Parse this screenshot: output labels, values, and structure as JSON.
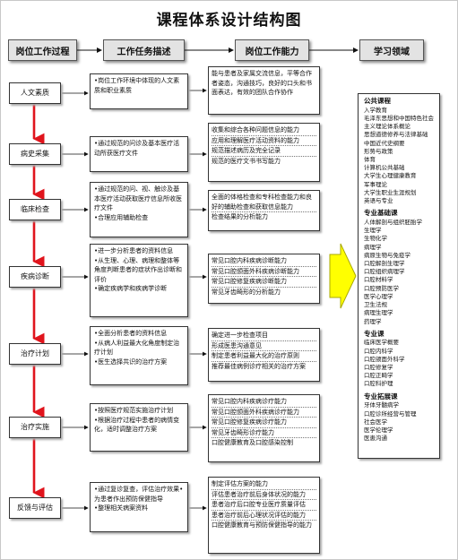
{
  "title": "课程体系设计结构图",
  "headers": [
    "岗位工作过程",
    "工作任务描述",
    "岗位工作能力",
    "学习领域"
  ],
  "rows": [
    {
      "stage": "人文素质",
      "tasks": [
        "•岗位工作环境中体现的人文素质和职业素质"
      ],
      "abilities": [
        "能与患者及家属交流信息，平等合作者姿态，沟通技巧，良好的口头和书面表达，有效的团队合作协作"
      ]
    },
    {
      "stage": "病史采集",
      "tasks": [
        "•通过规范的问诊及基本医疗活动所获医疗文件"
      ],
      "abilities": [
        "收集和综合各种问题信息的能力",
        "应用和理解医疗活动资料的能力",
        "规范描述病历及完全记录",
        "规范的医疗文书书写能力"
      ]
    },
    {
      "stage": "临床检查",
      "tasks": [
        "•通过规范的问、视、触诊及基本医疗活动获取医疗信息所收医疗文件",
        "•合理应用辅助检查"
      ],
      "abilities": [
        "全面的体格检查和专科检查能力和良好的辅助检查和获取信息能力",
        "检查结果的分析能力"
      ]
    },
    {
      "stage": "疾病诊断",
      "tasks": [
        "•进一步分析患者的资料信息",
        "•从生理、心理、病理和整体等角度判断患者的症状作出诊断和评价",
        "•确定疾病学和疾病学诊断"
      ],
      "abilities": [
        "常见口腔内科疾病诊断能力",
        "常见口腔颌面外科疾病诊断能力",
        "常见口腔修复疾病诊断能力",
        "常见牙齿畸形的分析能力"
      ]
    },
    {
      "stage": "治疗计划",
      "tasks": [
        "•全面分析患者的资料信息",
        "•从病人利益最大化角度制定治疗计划",
        "•医生选择共识的治疗方案"
      ],
      "abilities": [
        "确定进一步检查项目",
        "形成医患沟通意见",
        "制定患者利益最大化的治疗原则",
        "推荐最佳病例诊疗相关的治疗方案"
      ]
    },
    {
      "stage": "治疗实施",
      "tasks": [
        "•按照医疗规范实施治疗计划",
        "•根据治疗过程中患者的病情变化，适时调整治疗方案"
      ],
      "abilities": [
        "常见口腔内科疾病诊疗能力",
        "常见口腔颌面外科疾病诊疗能力",
        "常见口腔修复疾病诊疗能力",
        "常见牙齿畸形诊疗能力",
        "口腔健康教育及口腔感染控制"
      ]
    },
    {
      "stage": "反馈与评估",
      "tasks": [
        "•通过复诊复查，评估治疗效果•为患者作出预防保健指导",
        "•整理相关病案资料"
      ],
      "abilities": [
        "制定评估方案的能力",
        "评估患者治疗前后身体状况的能力",
        "患者治疗后口腔专业医疗质量评估",
        "患者治疗前后心理状况评估的能力",
        "口腔健康教育与预防保健指导的能力"
      ]
    }
  ],
  "fields": [
    {
      "group": "公共课程",
      "items": [
        "入学教育",
        "毛泽东思想和中国特色社会主义理论体系概论",
        "思想道德修养与法律基础",
        "中国近代史纲要",
        "形势与政策",
        "体育",
        "计算机公共基础",
        "大学生心理健康教育",
        "军事理论",
        "大学生职业生涯规划",
        "英语与专业"
      ]
    },
    {
      "group": "专业基础课",
      "items": [
        "人体解剖与组织胚胎学",
        "生理学",
        "生物化学",
        "病理学",
        "病原生物与免疫学",
        "口腔解剖生理学",
        "口腔组织病理学",
        "口腔材料学",
        "口腔预防医学",
        "医学心理学",
        "卫生法规",
        "病理生理学",
        "药理学"
      ]
    },
    {
      "group": "专业课",
      "items": [
        "临床医学概要",
        "口腔内科学",
        "口腔颌面外科学",
        "口腔修复学",
        "口腔正畸学",
        "口腔科护理"
      ]
    },
    {
      "group": "专业拓展课",
      "items": [
        "牙体牙髓病学",
        "口腔诊所经营与管理",
        "社会医学",
        "医学伦理学",
        "医患沟通"
      ]
    }
  ],
  "colors": {
    "arrow_red": "#e0141c",
    "big_arrow": "#ffff00",
    "big_arrow_border": "#a8a800",
    "header_bg": "#e3e3e3"
  }
}
